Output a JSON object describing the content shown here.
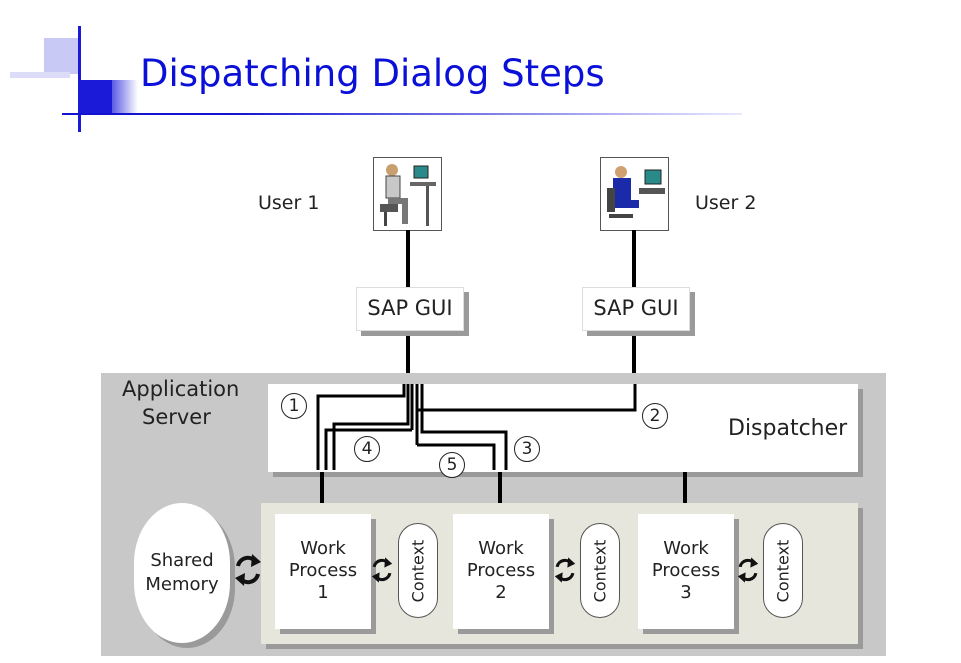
{
  "title": "Dispatching Dialog Steps",
  "users": [
    {
      "label": "User 1",
      "icon": "user-workstation-icon"
    },
    {
      "label": "User 2",
      "icon": "user-workstation-icon"
    }
  ],
  "gui_label": "SAP GUI",
  "app_server": {
    "line1": "Application",
    "line2": "Server"
  },
  "dispatcher_label": "Dispatcher",
  "steps": [
    "1",
    "2",
    "3",
    "4",
    "5"
  ],
  "shared_memory": {
    "line1": "Shared",
    "line2": "Memory"
  },
  "work_processes": [
    {
      "line1": "Work",
      "line2": "Process",
      "num": "1"
    },
    {
      "line1": "Work",
      "line2": "Process",
      "num": "2"
    },
    {
      "line1": "Work",
      "line2": "Process",
      "num": "3"
    }
  ],
  "context_label": "Context",
  "colors": {
    "title": "#0b10d8",
    "server_bg": "#c8c8c8",
    "wp_bg": "#e6e6dc"
  }
}
